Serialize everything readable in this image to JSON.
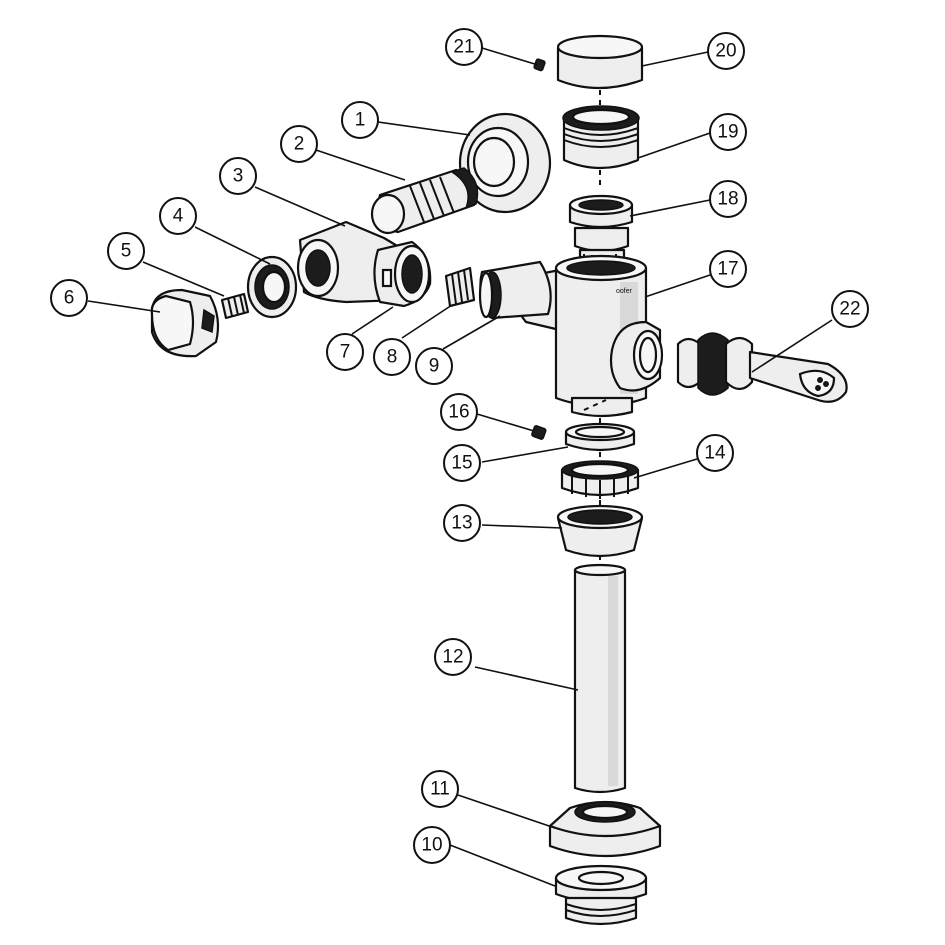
{
  "diagram": {
    "brand_mark": "oofer",
    "callouts": [
      {
        "label": "1"
      },
      {
        "label": "2"
      },
      {
        "label": "3"
      },
      {
        "label": "4"
      },
      {
        "label": "5"
      },
      {
        "label": "6"
      },
      {
        "label": "7"
      },
      {
        "label": "8"
      },
      {
        "label": "9"
      },
      {
        "label": "10"
      },
      {
        "label": "11"
      },
      {
        "label": "12"
      },
      {
        "label": "13"
      },
      {
        "label": "14"
      },
      {
        "label": "15"
      },
      {
        "label": "16"
      },
      {
        "label": "17"
      },
      {
        "label": "18"
      },
      {
        "label": "19"
      },
      {
        "label": "20"
      },
      {
        "label": "21"
      },
      {
        "label": "22"
      }
    ]
  }
}
